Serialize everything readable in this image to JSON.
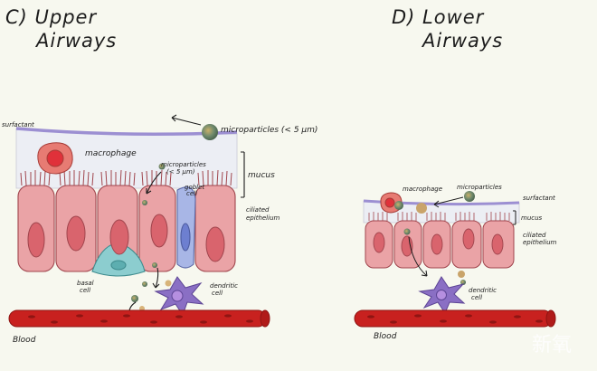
{
  "panels": {
    "upper": {
      "title_line1": "C) Upper",
      "title_line2": "Airways",
      "labels": {
        "surfactant": "surfactant",
        "microparticles_big": "microparticles (< 5 μm)",
        "macrophage": "macrophage",
        "microparticles_small_1": "microparticles",
        "microparticles_small_2": "(< 5 μm)",
        "mucus": "mucus",
        "goblet_1": "goblet",
        "goblet_2": "cell",
        "ciliated_1": "ciliated",
        "ciliated_2": "epithelium",
        "basal_1": "basal",
        "basal_2": "cell",
        "dendritic_1": "dendritic",
        "dendritic_2": "cell",
        "blood": "Blood"
      }
    },
    "lower": {
      "title_line1": "D) Lower",
      "title_line2": "Airways",
      "labels": {
        "macrophage": "macrophage",
        "microparticles": "microparticles",
        "surfactant": "surfactant",
        "mucus": "mucus",
        "ciliated_1": "ciliated",
        "ciliated_2": "epithelium",
        "dendritic_1": "dendritic",
        "dendritic_2": "cell",
        "blood": "Blood"
      }
    }
  },
  "watermark": "新氧",
  "colors": {
    "background": "#f7f8ef",
    "epithelium_cell": "#eaa3a6",
    "nucleus": "#d9646d",
    "mucus": "#eceef4",
    "surfactant": "#9c8fd2",
    "blood": "#c8211f",
    "dendritic": "#8a6fc4",
    "basal": "#8ccdcf",
    "goblet": "#a8b6e6",
    "particle": "#6f8a6c"
  }
}
